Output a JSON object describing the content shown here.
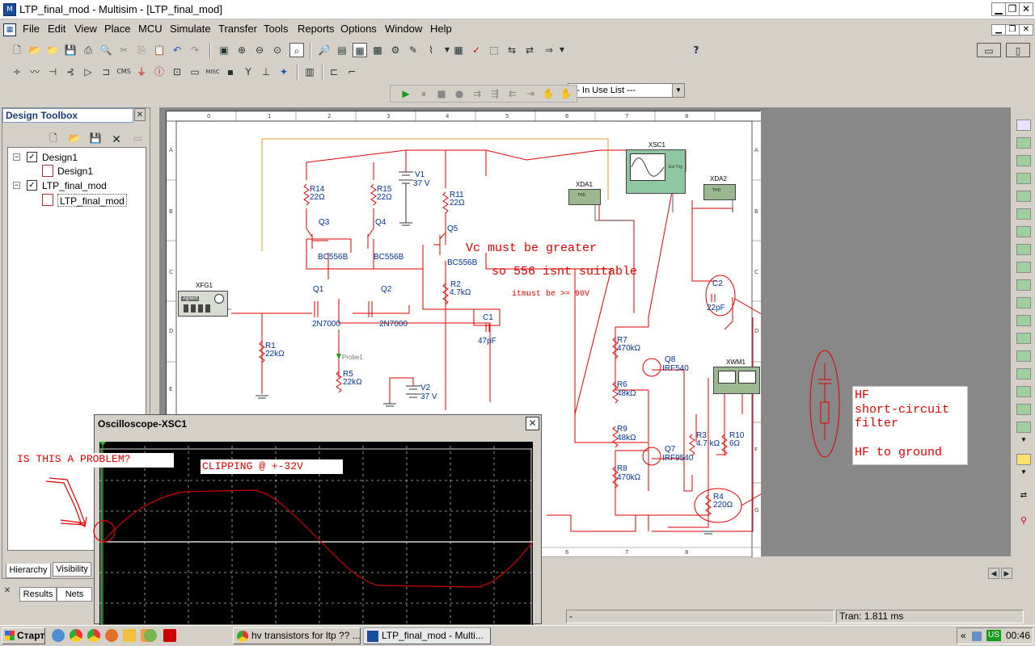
{
  "window": {
    "title": "LTP_final_mod - Multisim - [LTP_final_mod]"
  },
  "menu": [
    "File",
    "Edit",
    "View",
    "Place",
    "MCU",
    "Simulate",
    "Transfer",
    "Tools",
    "Reports",
    "Options",
    "Window",
    "Help"
  ],
  "toolbar": {
    "inuse_label": "--- In Use List ---"
  },
  "toolbox": {
    "title": "Design Toolbox",
    "tree": [
      "Design1",
      "Design1",
      "LTP_final_mod",
      "LTP_final_mod"
    ],
    "tabs": {
      "hierarchy": "Hierarchy",
      "visibility": "Visibility"
    }
  },
  "schematic": {
    "ruler_top": [
      "0",
      "1",
      "2",
      "3",
      "4",
      "5",
      "6",
      "7",
      "8"
    ],
    "ruler_side": [
      "A",
      "B",
      "C",
      "D",
      "E",
      "F",
      "G"
    ],
    "ruler_bottom": [
      "6",
      "7",
      "8"
    ],
    "components": {
      "xfg1": "XFG1",
      "xfg_brand": "Agilent",
      "xsc1": "XSC1",
      "xsc_ext": "Ext Trig",
      "xda1": "XDA1",
      "xda2": "XDA2",
      "xda_face": "THD",
      "xwm1": "XWM1",
      "r14": "R14",
      "r14v": "22Ω",
      "r15": "R15",
      "r15v": "22Ω",
      "v1": "V1",
      "v1v": "37 V",
      "v2": "V2",
      "v2v": "37 V",
      "r11": "R11",
      "r11v": "22Ω",
      "q5": "Q5",
      "q5t": "BC556B",
      "q3": "Q3",
      "q3t": "BC556B",
      "q4": "Q4",
      "q4t": "BC556B",
      "q1": "Q1",
      "q1t": "2N7000",
      "q2": "Q2",
      "q2t": "2N7000",
      "r2": "R2",
      "r2v": "4.7kΩ",
      "c1": "C1",
      "c1v": "47pF",
      "r1": "R1",
      "r1v": "22kΩ",
      "r5": "R5",
      "r5v": "22kΩ",
      "probe": "Probe1",
      "c2": "C2",
      "c2v": "22pF",
      "r7": "R7",
      "r7v": "470kΩ",
      "r6": "R6",
      "r6v": "48kΩ",
      "r9": "R9",
      "r9v": "48kΩ",
      "r8": "R8",
      "r8v": "470kΩ",
      "q8": "Q8",
      "q8t": "IRF540",
      "q7": "Q7",
      "q7t": "IRF9540",
      "r3": "R3",
      "r3v": "4.7 kΩ",
      "r10": "R10",
      "r10v": "6Ω",
      "r4": "R4",
      "r4v": "220Ω"
    },
    "notes": {
      "vc1": "Vc must be greater",
      "vc2": "so 556 isnt suitable",
      "vc3": "itmust be >= 90V",
      "hf1": "HF",
      "hf2": "short-circuit",
      "hf3": "filter",
      "hf4": "HF to ground",
      "problem": "IS THIS A PROBLEM?",
      "clipping": "CLIPPING @ +-32V"
    }
  },
  "scope": {
    "title": "Oscilloscope-XSC1"
  },
  "results_tabs": {
    "results": "Results",
    "nets": "Nets"
  },
  "status": {
    "dash": "-",
    "tran": "Tran: 1.811 ms"
  },
  "taskbar": {
    "start": "Старт",
    "tasks": [
      "hv transistors for ltp ?? ...",
      "LTP_final_mod - Multi..."
    ],
    "lang": "US",
    "time": "00:46"
  },
  "colors": {
    "wire": "#e00000",
    "component": "#003399",
    "trace": "#d00000"
  }
}
